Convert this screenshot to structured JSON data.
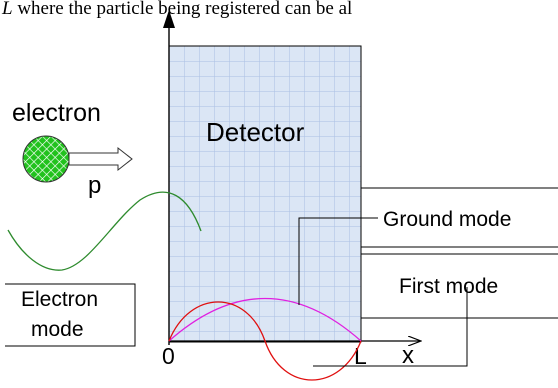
{
  "caption_fragment": {
    "var": "L",
    "text": " where the particle being registered can be al"
  },
  "particle": {
    "label": "electron",
    "momentum_label": "p"
  },
  "detector": {
    "label": "Detector"
  },
  "axis": {
    "x_label": "x",
    "origin_label": "0",
    "end_label": "L"
  },
  "modes": {
    "ground": "Ground mode",
    "first": "First mode",
    "electron_line1": "Electron",
    "electron_line2": "mode"
  },
  "colors": {
    "detector_fill": "#dbe6f5",
    "detector_grid": "#a9bfe3",
    "electron_fill": "#21c21d",
    "electron_wave": "#2e8b2e",
    "ground_mode": "#e020e0",
    "first_mode": "#e01010"
  }
}
